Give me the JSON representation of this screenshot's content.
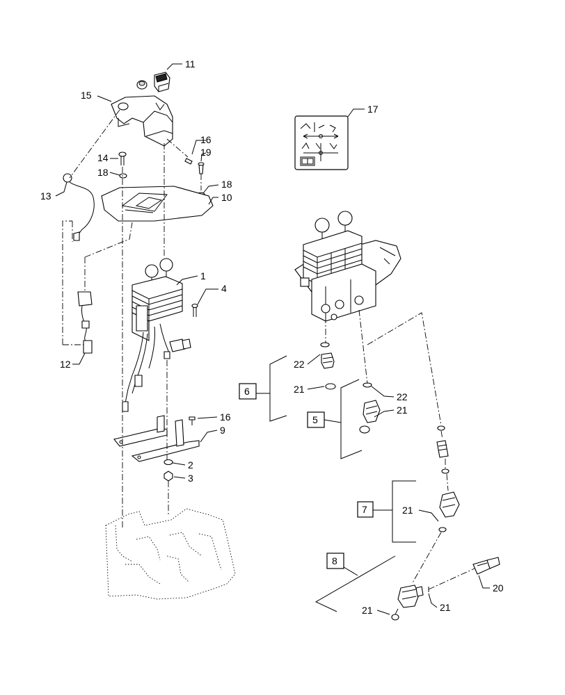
{
  "callouts": {
    "c11": "11",
    "c15": "15",
    "c16a": "16",
    "c19": "19",
    "c14": "14",
    "c18a": "18",
    "c18b": "18",
    "c10": "10",
    "c13": "13",
    "c1": "1",
    "c4": "4",
    "c12": "12",
    "c16b": "16",
    "c9": "9",
    "c2": "2",
    "c3": "3",
    "c17": "17",
    "c22a": "22",
    "c21a": "21",
    "c22b": "22",
    "c21b": "21",
    "c21c": "21",
    "c20": "20",
    "c21d": "21",
    "c21e": "21"
  },
  "boxes": {
    "b6": "6",
    "b5": "5",
    "b7": "7",
    "b8": "8"
  },
  "icons": [
    "decal-icon",
    "book-icon"
  ]
}
